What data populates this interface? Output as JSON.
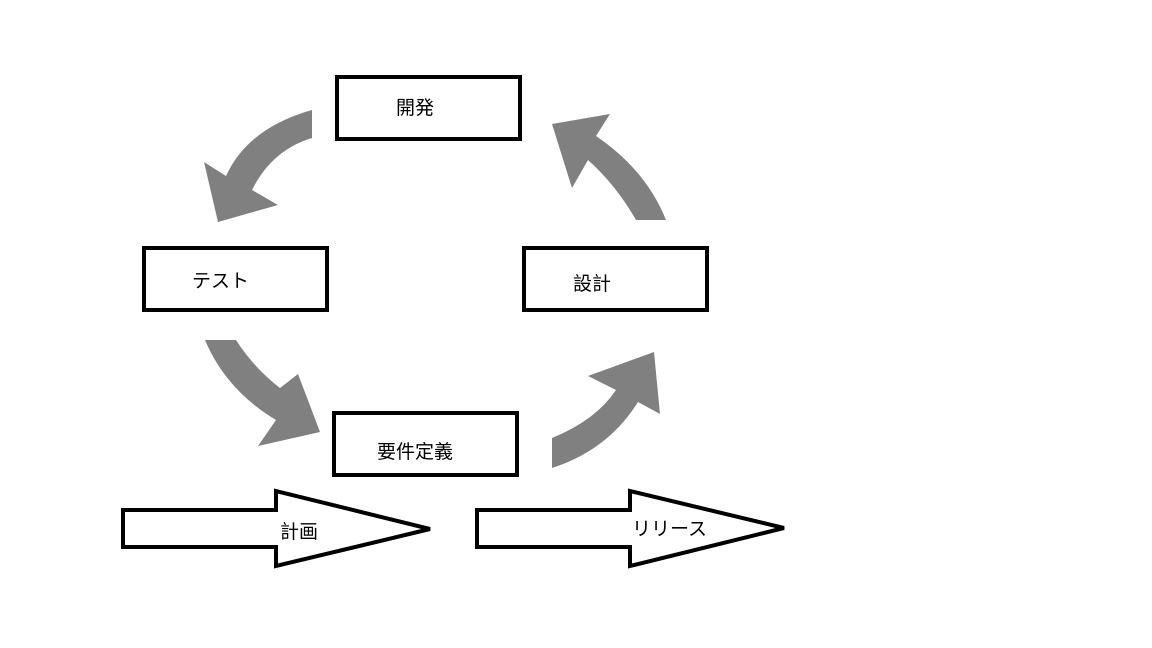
{
  "diagram": {
    "stages": {
      "development": "開発",
      "test": "テスト",
      "design": "設計",
      "requirements": "要件定義"
    },
    "arrows": {
      "planning": "計画",
      "release": "リリース"
    }
  },
  "colors": {
    "cycle_arrow": "#808080",
    "box_border": "#000000",
    "background": "#ffffff"
  }
}
